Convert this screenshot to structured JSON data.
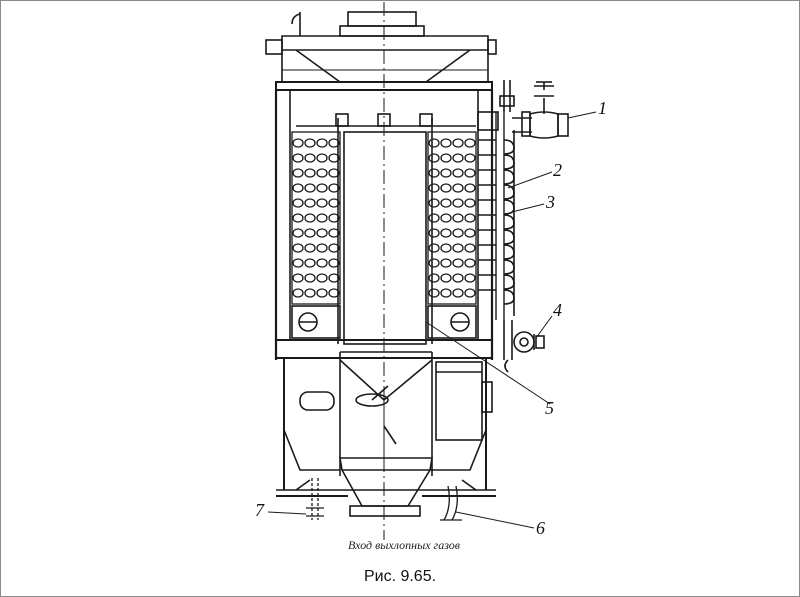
{
  "figure": {
    "caption": "Рис. 9.65.",
    "inlet_label": "Вход выхлопных газов"
  },
  "callouts": [
    {
      "id": "1",
      "text": "1"
    },
    {
      "id": "2",
      "text": "2"
    },
    {
      "id": "3",
      "text": "3"
    },
    {
      "id": "4",
      "text": "4"
    },
    {
      "id": "5",
      "text": "5"
    },
    {
      "id": "6",
      "text": "6"
    },
    {
      "id": "7",
      "text": "7"
    }
  ],
  "colors": {
    "ink": "#1a1a1a",
    "paper": "#ffffff",
    "frame": "#8a8a8a"
  }
}
